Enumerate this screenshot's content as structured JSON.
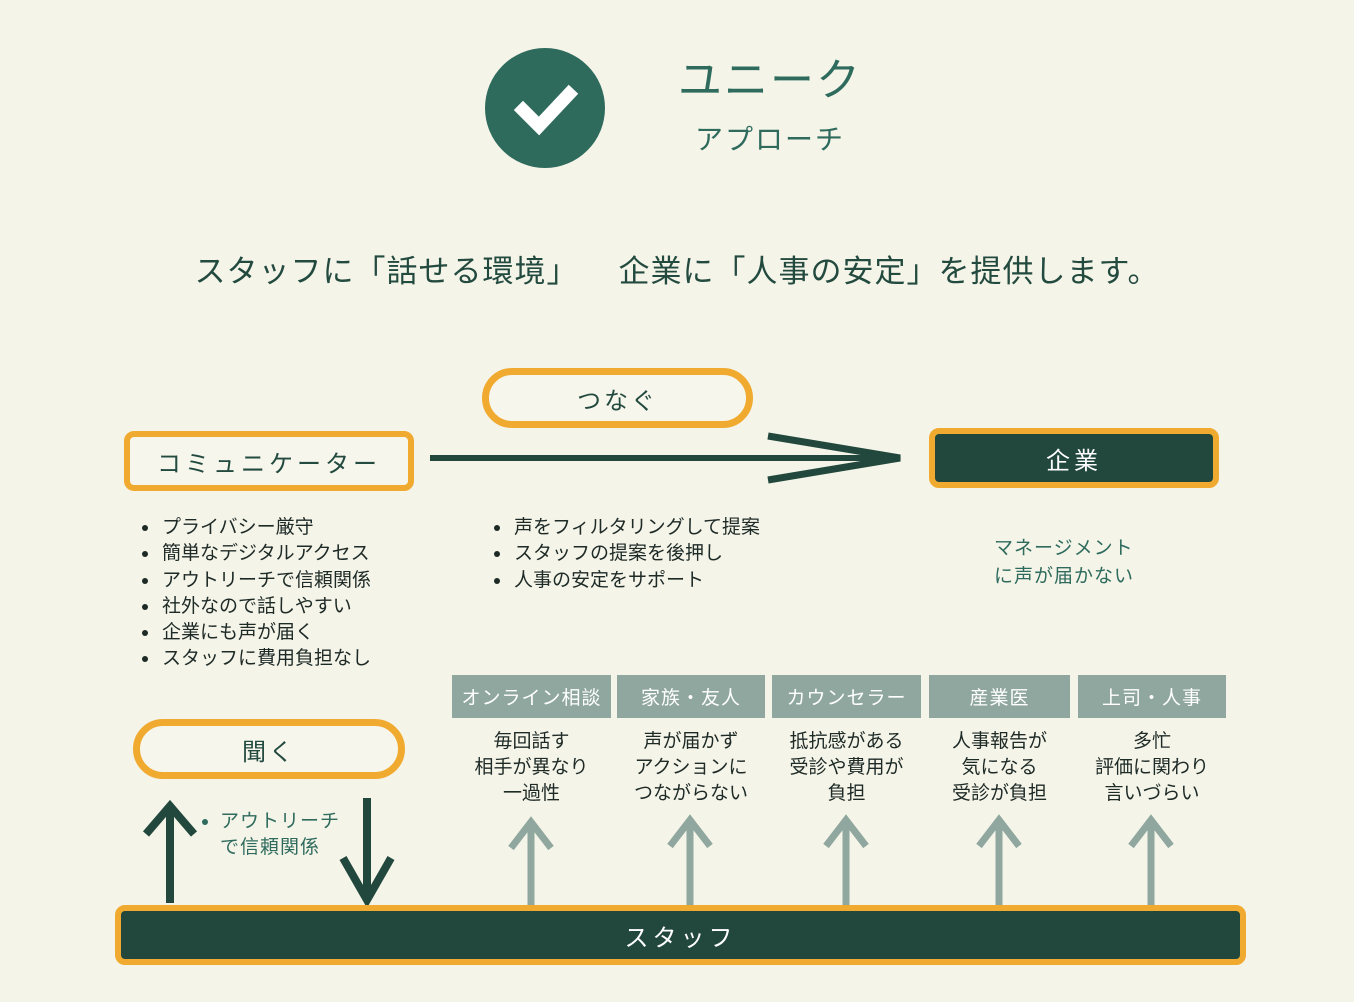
{
  "header": {
    "title": "ユニーク",
    "subtitle": "アプローチ",
    "badge_icon": "check-icon"
  },
  "tagline": {
    "part1": "スタッフに「話せる環境」",
    "part2": "企業に「人事の安定」を提供します。"
  },
  "nodes": {
    "connect": "つなぐ",
    "communicator": "コミュニケーター",
    "company": "企業",
    "listen": "聞く",
    "staff": "スタッフ"
  },
  "communicator_points": [
    "プライバシー厳守",
    "簡単なデジタルアクセス",
    "アウトリーチで信頼関係",
    "社外なので話しやすい",
    "企業にも声が届く",
    "スタッフに費用負担なし"
  ],
  "connect_points": [
    "声をフィルタリングして提案",
    "スタッフの提案を後押し",
    "人事の安定をサポート"
  ],
  "company_note": [
    "マネージメント",
    "に声が届かない"
  ],
  "listen_note": [
    "アウトリーチ",
    "で信頼関係"
  ],
  "alternatives": [
    {
      "label": "オンライン相談",
      "lines": [
        "毎回話す",
        "相手が異なり",
        "一過性"
      ]
    },
    {
      "label": "家族・友人",
      "lines": [
        "声が届かず",
        "アクションに",
        "つながらない"
      ]
    },
    {
      "label": "カウンセラー",
      "lines": [
        "抵抗感がある",
        "受診や費用が",
        "負担"
      ]
    },
    {
      "label": "産業医",
      "lines": [
        "人事報告が",
        "気になる",
        "受診が負担"
      ]
    },
    {
      "label": "上司・人事",
      "lines": [
        "多忙",
        "評価に関わり",
        "言いづらい"
      ]
    }
  ],
  "colors": {
    "background": "#f5f4e9",
    "primary": "#2e6b5d",
    "dark": "#22483d",
    "accent": "#f0aa2f",
    "muted": "#8fa79e"
  }
}
